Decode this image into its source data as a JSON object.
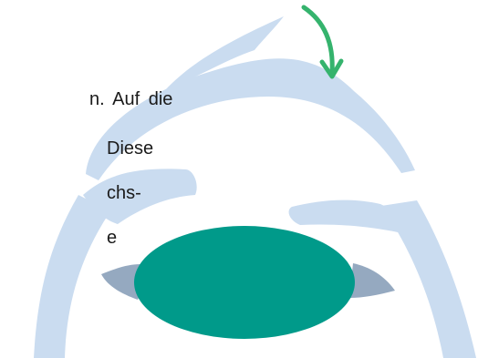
{
  "text_fragments": [
    "n.  Auf  die",
    "Diese",
    "chs-",
    "e"
  ],
  "colors": {
    "cornea": "#cadcf0",
    "lens": "#009a8a",
    "iris": "#95a9c0",
    "arrow": "#35b36d",
    "text": "#1a1a1a",
    "background": "#ffffff"
  },
  "icons": {
    "arrow": "curved-arrow-down-icon"
  }
}
